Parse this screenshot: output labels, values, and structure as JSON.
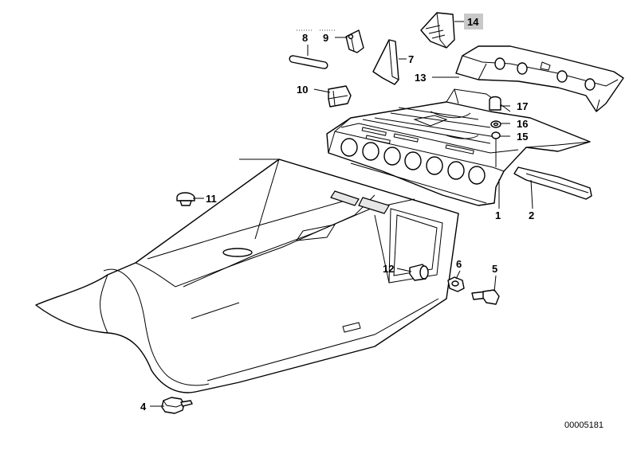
{
  "diagram": {
    "reference_code": "00005181",
    "parts": [
      {
        "id": "1",
        "label": "1"
      },
      {
        "id": "2",
        "label": "2"
      },
      {
        "id": "4",
        "label": "4"
      },
      {
        "id": "5",
        "label": "5"
      },
      {
        "id": "6",
        "label": "6"
      },
      {
        "id": "7",
        "label": "7"
      },
      {
        "id": "8",
        "label": "8"
      },
      {
        "id": "9",
        "label": "9"
      },
      {
        "id": "10",
        "label": "10"
      },
      {
        "id": "11",
        "label": "11"
      },
      {
        "id": "12",
        "label": "12"
      },
      {
        "id": "13",
        "label": "13"
      },
      {
        "id": "14",
        "label": "14",
        "highlighted": true
      },
      {
        "id": "15",
        "label": "15"
      },
      {
        "id": "16",
        "label": "16"
      },
      {
        "id": "17",
        "label": "17"
      }
    ]
  }
}
